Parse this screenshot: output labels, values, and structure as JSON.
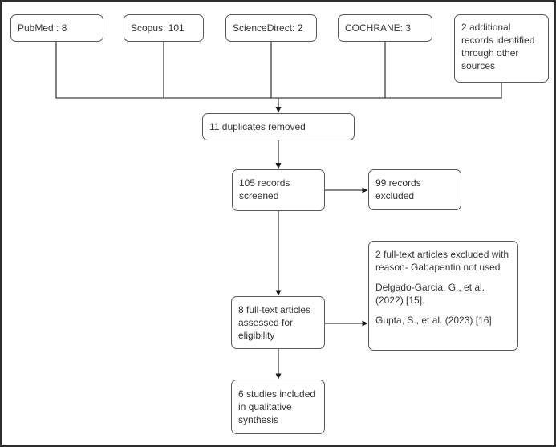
{
  "diagram": {
    "title_hint": "PRISMA-style study selection flow diagram",
    "sources": [
      {
        "label": "PubMed : 8"
      },
      {
        "label": "Scopus: 101"
      },
      {
        "label": "ScienceDirect: 2"
      },
      {
        "label": "COCHRANE: 3"
      },
      {
        "label": "2 additional records identified through other sources"
      }
    ],
    "duplicates_removed": "11 duplicates removed",
    "records_screened": "105 records screened",
    "records_excluded": "99 records excluded",
    "fulltext_assessed": "8 full-text articles assessed for eligibility",
    "fulltext_exclusion": {
      "reason": "2 full-text articles excluded with reason- Gabapentin not used",
      "reference_1": "Delgado-Garcia, G., et al. (2022) [15].",
      "reference_2": "Gupta, S., et al. (2023) [16]"
    },
    "studies_included": "6 studies included in qualitative synthesis",
    "counts": {
      "pubmed": 8,
      "scopus": 101,
      "sciencedirect": 2,
      "cochrane": 3,
      "additional_sources": 2,
      "duplicates_removed": 11,
      "screened": 105,
      "excluded": 99,
      "fulltext_assessed": 8,
      "fulltext_excluded": 2,
      "included_qualitative": 6
    },
    "colors": {
      "background": "#ffffff",
      "frame_border": "#2e2e2e",
      "box_border": "#595959",
      "connector_line": "#404040",
      "text": "#363636"
    }
  }
}
